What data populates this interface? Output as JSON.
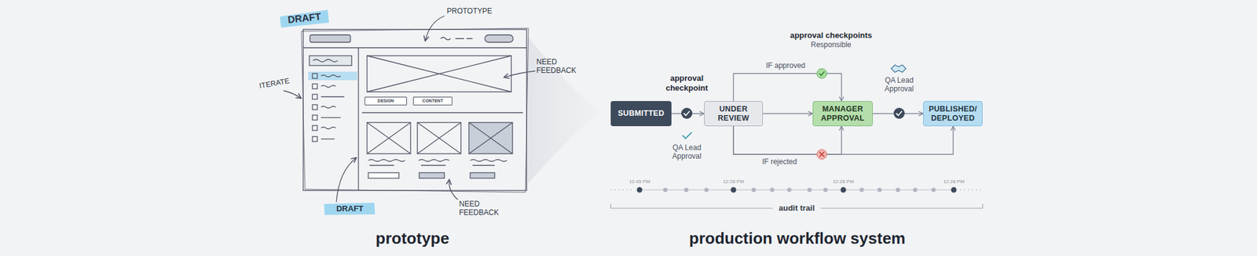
{
  "diagram": {
    "nodes": [
      {
        "text": [
          "DESIGN"
        ]
      },
      {
        "text": [
          "CONTENT"
        ]
      },
      {
        "text": [
          "SUBMITTED"
        ]
      },
      {
        "text": [
          "UNDER REVIEW"
        ]
      },
      {
        "text": [
          "MANAGER APPROVAL"
        ]
      },
      {
        "text": [
          "PUBLISHED/ DEPLOYED"
        ]
      }
    ],
    "edges": [
      {
        "from": 2,
        "to": 3,
        "arrow": "to"
      },
      {
        "from": 3,
        "to": 4,
        "label": "IF approved",
        "arrow": "to"
      },
      {
        "from": 3,
        "to": 4,
        "arrow": "to"
      },
      {
        "from": 3,
        "to": 4,
        "label": "IF rejected",
        "arrow": "to"
      },
      {
        "from": 3,
        "to": 5,
        "arrow": "to"
      },
      {
        "from": 4,
        "to": 5,
        "arrow": "to"
      }
    ],
    "labels": [
      "DRAFT",
      "PROTOTYPE",
      "NEED FEEDBACK",
      "ITERATE",
      "DRAFT",
      "NEED FEEDBACK",
      "approval checkpoint",
      "QA Lead Approval",
      "approval checkpoints",
      "Responsible",
      "QA Lead Approval",
      "12:45 PM",
      "12:28 PM",
      "12:28 PM",
      "12:28 PM",
      "audit trail",
      "prototype",
      "production workflow system"
    ]
  }
}
